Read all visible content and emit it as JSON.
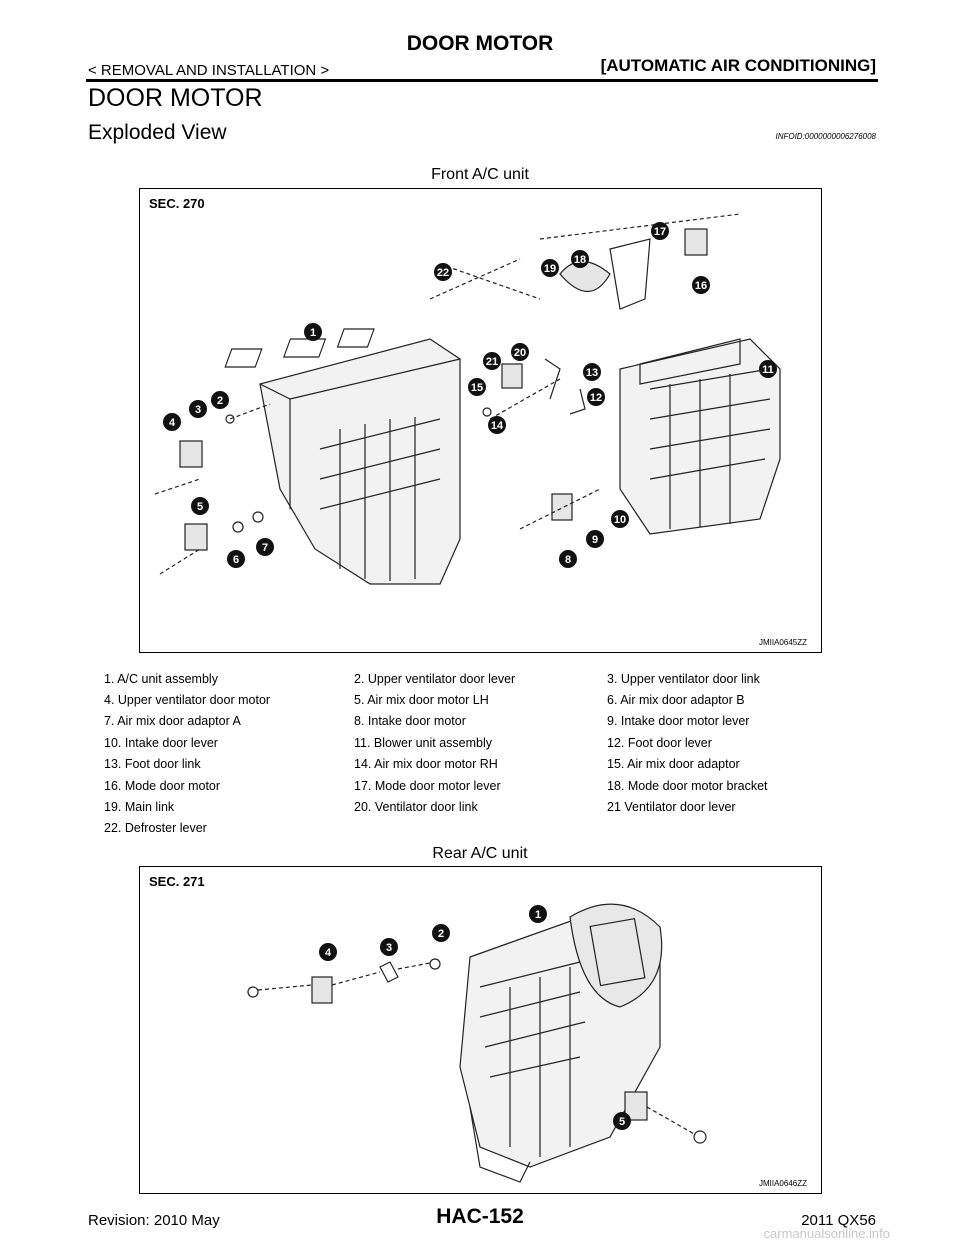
{
  "header": {
    "title": "DOOR MOTOR",
    "breadcrumb": "< REMOVAL AND INSTALLATION >",
    "section": "[AUTOMATIC AIR CONDITIONING]"
  },
  "page": {
    "heading": "DOOR MOTOR",
    "subheading": "Exploded View",
    "info_id": "INFOID:0000000006276008"
  },
  "figure_front": {
    "caption": "Front A/C unit",
    "sec_label": "SEC. 270",
    "figure_id": "JMIIA0645ZZ",
    "callouts": [
      "1",
      "2",
      "3",
      "4",
      "5",
      "6",
      "7",
      "8",
      "9",
      "10",
      "11",
      "12",
      "13",
      "14",
      "15",
      "16",
      "17",
      "18",
      "19",
      "20",
      "21",
      "22"
    ]
  },
  "parts": [
    [
      "1. A/C unit assembly",
      "2. Upper ventilator door lever",
      "3. Upper ventilator door link"
    ],
    [
      "4. Upper ventilator door motor",
      "5. Air mix door motor LH",
      "6. Air mix door adaptor B"
    ],
    [
      "7. Air mix door adaptor A",
      "8. Intake door motor",
      "9. Intake door motor lever"
    ],
    [
      "10. Intake door lever",
      "11. Blower unit assembly",
      "12. Foot door lever"
    ],
    [
      "13. Foot door link",
      "14. Air mix door motor RH",
      "15. Air mix door adaptor"
    ],
    [
      "16. Mode door motor",
      "17. Mode door motor lever",
      "18. Mode door motor bracket"
    ],
    [
      "19. Main link",
      "20. Ventilator door link",
      "21 Ventilator door lever"
    ],
    [
      "22. Defroster lever",
      "",
      ""
    ]
  ],
  "figure_rear": {
    "caption": "Rear A/C unit",
    "sec_label": "SEC. 271",
    "figure_id": "JMIIA0646ZZ",
    "callouts": [
      "1",
      "2",
      "3",
      "4",
      "5"
    ]
  },
  "footer": {
    "revision": "Revision: 2010 May",
    "page_code": "HAC-152",
    "model": "2011 QX56",
    "watermark": "carmanualsonline.info"
  }
}
